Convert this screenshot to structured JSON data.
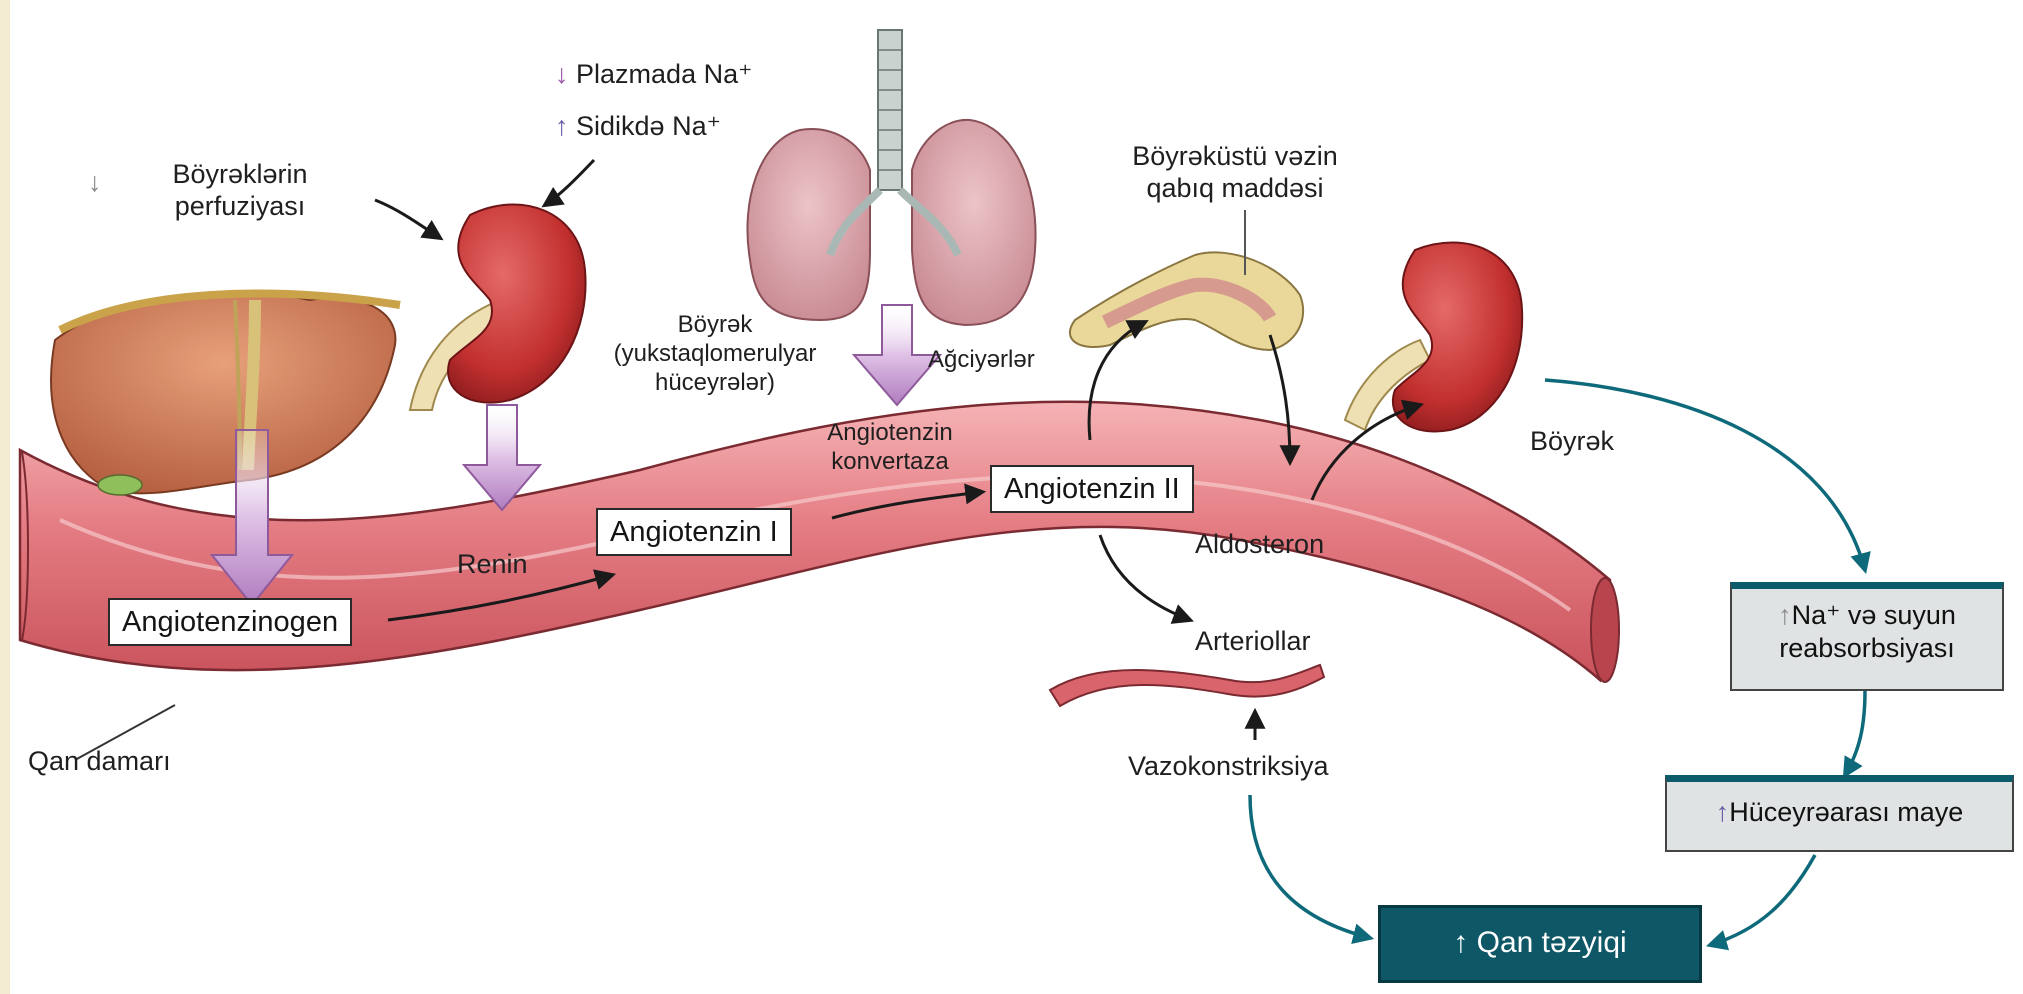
{
  "labels": {
    "perfusion_arrow": "↓",
    "perfusion_line1": "Böyrəklərin",
    "perfusion_line2": "perfuziyası",
    "plasma_arrow": "↓",
    "plasma": "Plazmada Na⁺",
    "urine_arrow": "↑",
    "urine": "Sidikdə Na⁺",
    "jg_line1": "Böyrək",
    "jg_line2": "(yukstaqlomerulyar",
    "jg_line3": "hüceyrələr)",
    "lungs": "Ağciyərlər",
    "ace_line1": "Angiotenzin",
    "ace_line2": "konvertaza",
    "adrenal_line1": "Böyrəküstü vəzin",
    "adrenal_line2": "qabıq maddəsi",
    "kidney_right": "Böyrək",
    "renin": "Renin",
    "aldosterone": "Aldosteron",
    "arterioles": "Arteriollar",
    "vasoconstriction": "Vazokonstriksiya",
    "blood_vessel": "Qan damarı"
  },
  "boxes": {
    "angiotensinogen": "Angiotenzinogen",
    "angiotensin1": "Angiotenzin I",
    "angiotensin2": "Angiotenzin II"
  },
  "effects": {
    "reabsorption_arrow": "↑",
    "reabsorption_line1": "Na⁺ və suyun",
    "reabsorption_line2": "reabsorbsiyası",
    "interstitial_arrow": "↑",
    "interstitial": "Hüceyrəarası maye",
    "bp_arrow": "↑",
    "bp": "Qan təzyiqi"
  },
  "colors": {
    "vessel": "#e8848a",
    "kidney": "#c8363a",
    "liver": "#c8734f",
    "lungs": "#d9a4ab",
    "adrenal": "#e8d08a",
    "purple_arrow": "#c79ad1",
    "teal": "#0e5766"
  }
}
